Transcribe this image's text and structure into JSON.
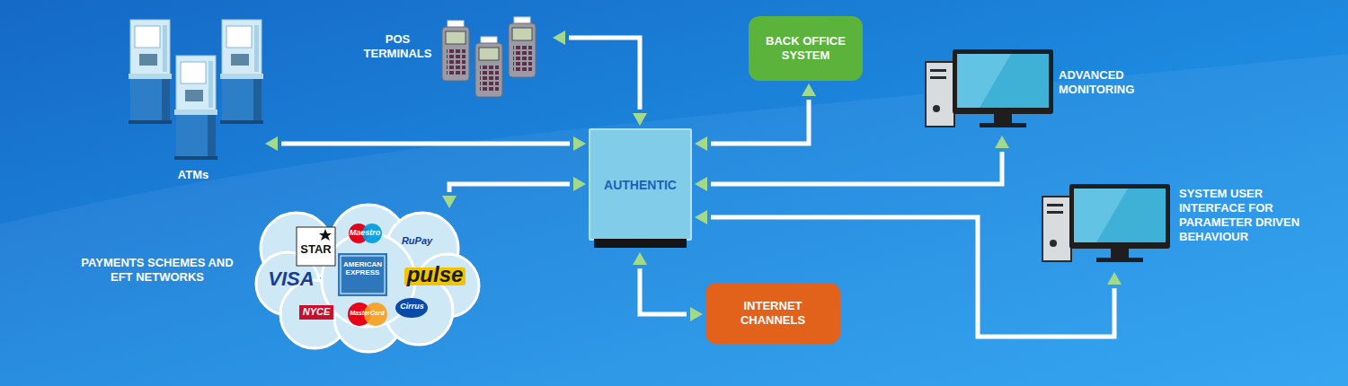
{
  "diagram": {
    "nodes": [
      {
        "text": [
          "ATMs"
        ]
      },
      {
        "text": [
          "POS TERMINALS"
        ]
      },
      {
        "text": [
          "BACK OFFICE SYSTEM"
        ]
      },
      {
        "text": [
          "ADVANCED MONITORING"
        ]
      },
      {
        "text": [
          "AUTHENTIC"
        ]
      },
      {
        "text": [
          "SYSTEM USER INTERFACE FOR PARAMETER DRIVEN BEHAVIOUR"
        ]
      },
      {
        "text": [
          "PAYMENTS SCHEMES AND EFT NETWORKS"
        ]
      },
      {
        "text": [
          "INTERNET CHANNELS"
        ]
      }
    ],
    "edges": [
      {
        "from": 4,
        "to": 0,
        "arrow": "both"
      },
      {
        "from": 4,
        "to": 1,
        "arrow": "both"
      },
      {
        "from": 4,
        "to": 2,
        "arrow": "both"
      },
      {
        "from": 4,
        "to": 3,
        "arrow": "both"
      },
      {
        "from": 4,
        "to": 5,
        "arrow": "both"
      },
      {
        "from": 4,
        "to": 6,
        "arrow": "both"
      },
      {
        "from": 4,
        "to": 7,
        "arrow": "both"
      }
    ],
    "labels": [
      "STAR",
      "Maestro",
      "RuPay",
      "VISA",
      "AMERICAN EXPRESS",
      "pulse",
      "NYCE",
      "MasterCard",
      "Cirrus"
    ]
  }
}
